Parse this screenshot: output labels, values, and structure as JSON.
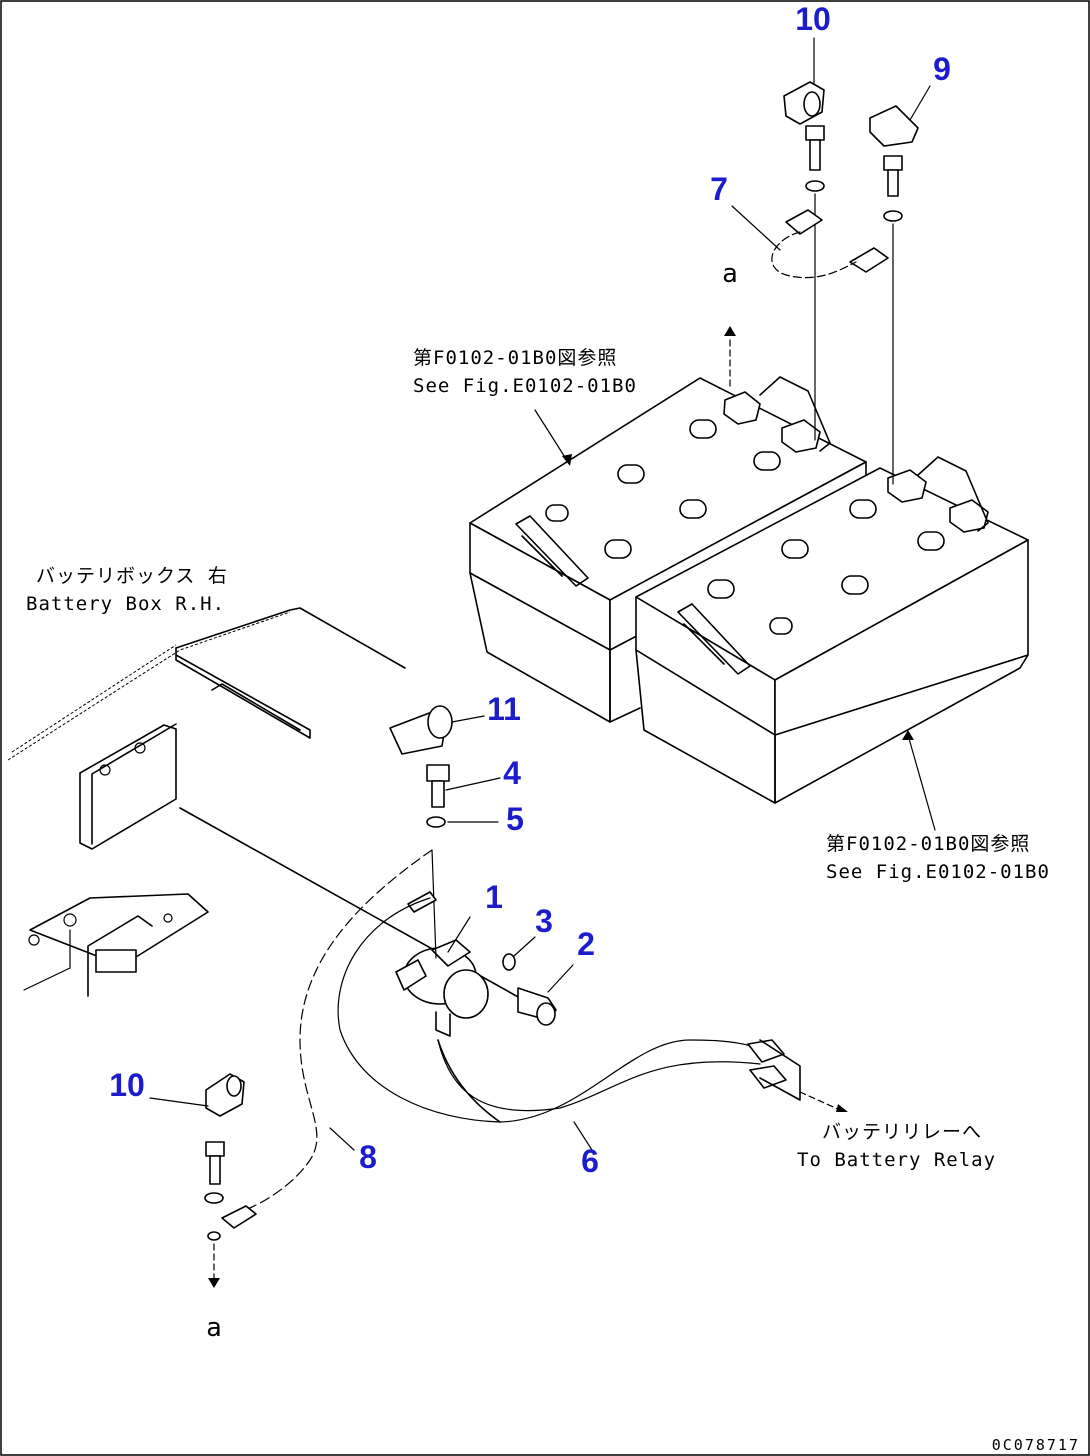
{
  "callouts": {
    "c1": "1",
    "c2": "2",
    "c3": "3",
    "c4": "4",
    "c5": "5",
    "c6": "6",
    "c7": "7",
    "c8": "8",
    "c9": "9",
    "c10_top": "10",
    "c10_bottom": "10",
    "c11": "11"
  },
  "notes": {
    "ref_top_jp": "第F0102-01B0図参照",
    "ref_top_en": "See Fig.E0102-01B0",
    "ref_right_jp": "第F0102-01B0図参照",
    "ref_right_en": "See Fig.E0102-01B0",
    "battery_box_jp": "バッテリボックス 右",
    "battery_box_en": "Battery Box R.H.",
    "relay_jp": "バッテリリレーへ",
    "relay_en": "To Battery Relay",
    "connection_top": "a",
    "connection_bottom": "a",
    "drawing_number": "0C078717"
  },
  "colors": {
    "callout": "#1c1ccc",
    "linework": "#000000",
    "background": "#ffffff"
  }
}
